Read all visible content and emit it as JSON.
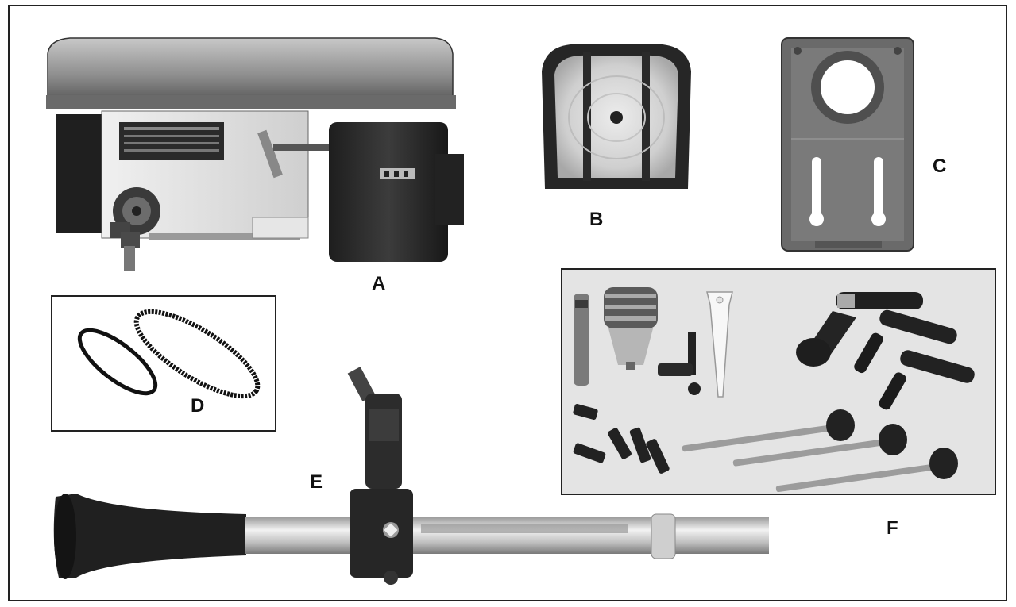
{
  "labels": {
    "a": "A",
    "b": "B",
    "c": "C",
    "d": "D",
    "e": "E",
    "f": "F"
  },
  "colors": {
    "frame": "#222222",
    "metal_dark": "#2a2a2a",
    "metal_mid": "#8a8a8a",
    "metal_light": "#d8d8d8",
    "panel_bg": "#e4e4e4"
  }
}
